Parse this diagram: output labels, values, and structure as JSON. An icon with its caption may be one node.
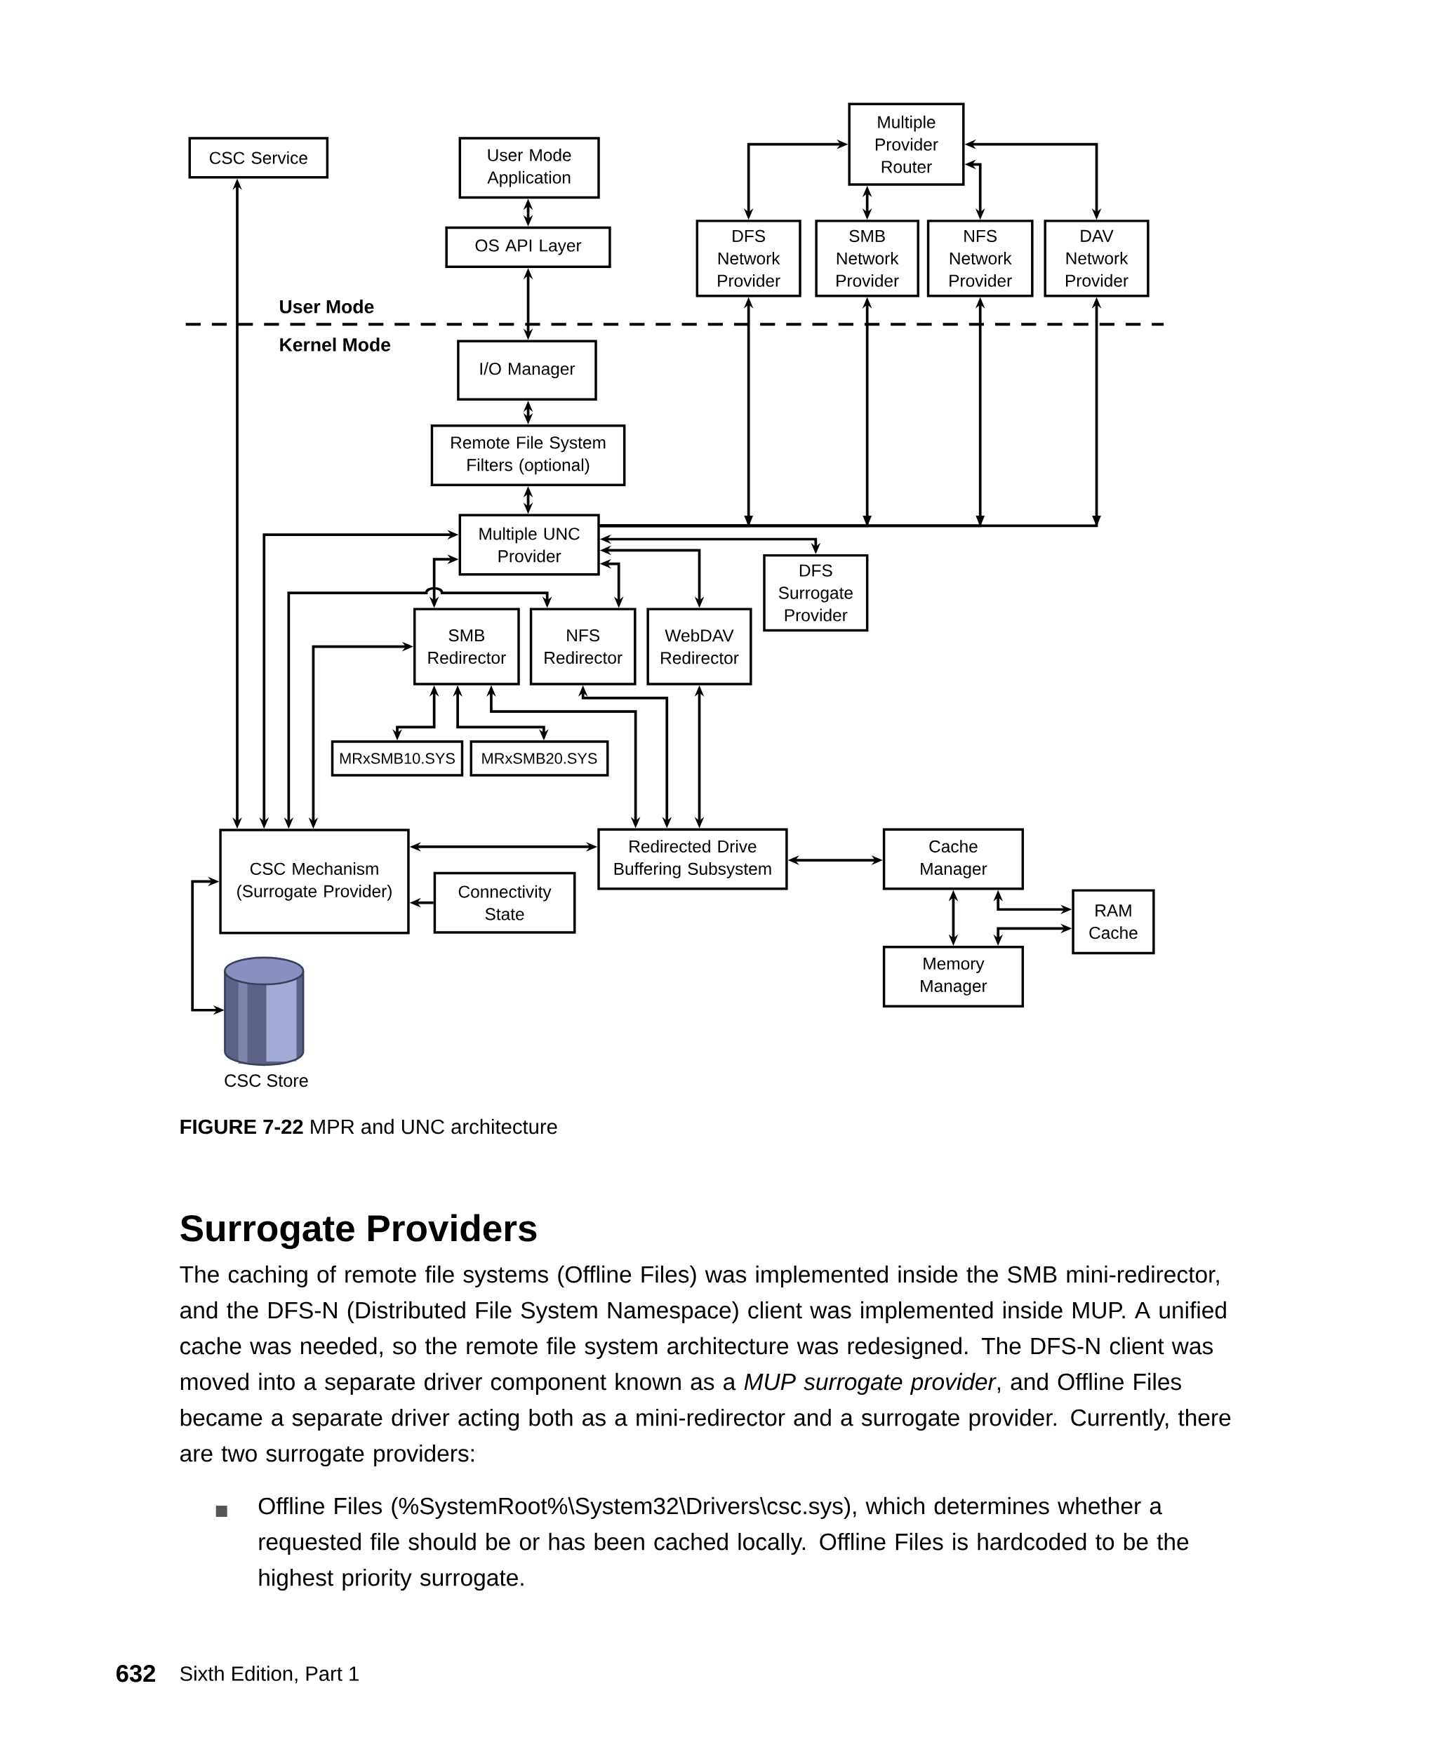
{
  "diagram": {
    "caption": "**FIGURE 7-22** MPR and UNC architecture",
    "nodes": [
      {
        "text": [
          "CSC Service"
        ]
      },
      {
        "text": [
          "User Mode Application"
        ]
      },
      {
        "text": [
          "OS API Layer"
        ]
      },
      {
        "text": [
          "Multiple Provider Router"
        ]
      },
      {
        "text": [
          "DFS Network Provider"
        ]
      },
      {
        "text": [
          "SMB Network Provider"
        ]
      },
      {
        "text": [
          "NFS Network Provider"
        ]
      },
      {
        "text": [
          "DAV Network Provider"
        ]
      },
      {
        "text": [
          "I/O Manager"
        ]
      },
      {
        "text": [
          "Remote File System Filters (optional)"
        ]
      },
      {
        "text": [
          "Multiple UNC Provider"
        ]
      },
      {
        "text": [
          "DFS Surrogate Provider"
        ]
      },
      {
        "text": [
          "SMB Redirector"
        ]
      },
      {
        "text": [
          "NFS Redirector"
        ]
      },
      {
        "text": [
          "WebDAV Redirector"
        ]
      },
      {
        "text": [
          "MRxSMB10.SYS"
        ]
      },
      {
        "text": [
          "MRxSMB20.SYS"
        ]
      },
      {
        "text": [
          "CSC Mechanism (Surrogate Provider)"
        ]
      },
      {
        "text": [
          "Connectivity State"
        ]
      },
      {
        "text": [
          "Redirected Drive Buffering Subsystem"
        ]
      },
      {
        "text": [
          "Cache Manager"
        ]
      },
      {
        "text": [
          "RAM Cache"
        ]
      },
      {
        "text": [
          "Memory Manager"
        ]
      },
      {
        "text": [
          "CSC Store"
        ]
      }
    ],
    "edges": [
      {
        "from": 0,
        "to": 17,
        "arrow": "both"
      },
      {
        "from": 1,
        "to": 2,
        "arrow": "both"
      },
      {
        "from": 2,
        "to": 8,
        "arrow": "both"
      },
      {
        "from": 8,
        "to": 9,
        "arrow": "both"
      },
      {
        "from": 9,
        "to": 10,
        "arrow": "both"
      },
      {
        "from": 3,
        "to": 4,
        "arrow": "both"
      },
      {
        "from": 3,
        "to": 5,
        "arrow": "both"
      },
      {
        "from": 3,
        "to": 6,
        "arrow": "both"
      },
      {
        "from": 3,
        "to": 7,
        "arrow": "both"
      },
      {
        "from": 10,
        "to": 4,
        "arrow": "to"
      },
      {
        "from": 10,
        "to": 5,
        "arrow": "to"
      },
      {
        "from": 10,
        "to": 6,
        "arrow": "to"
      },
      {
        "from": 10,
        "to": 7,
        "arrow": "to"
      },
      {
        "from": 10,
        "to": 11,
        "arrow": "both"
      },
      {
        "from": 10,
        "to": 14,
        "arrow": "both"
      },
      {
        "from": 10,
        "to": 13,
        "arrow": "both"
      },
      {
        "from": 10,
        "to": 12,
        "arrow": "both"
      },
      {
        "from": 17,
        "to": 10,
        "arrow": "both"
      },
      {
        "from": 17,
        "to": 13,
        "arrow": "both"
      },
      {
        "from": 17,
        "to": 12,
        "arrow": "both"
      },
      {
        "from": 12,
        "to": 15,
        "arrow": "both"
      },
      {
        "from": 12,
        "to": 16,
        "arrow": "both"
      },
      {
        "from": 12,
        "to": 19,
        "arrow": "both"
      },
      {
        "from": 13,
        "to": 19,
        "arrow": "both"
      },
      {
        "from": 14,
        "to": 19,
        "arrow": "both"
      },
      {
        "from": 17,
        "to": 19,
        "arrow": "both"
      },
      {
        "from": 18,
        "to": 17,
        "arrow": "to"
      },
      {
        "from": 19,
        "to": 20,
        "arrow": "both"
      },
      {
        "from": 20,
        "to": 22,
        "arrow": "both"
      },
      {
        "from": 20,
        "to": 21,
        "arrow": "both"
      },
      {
        "from": 22,
        "to": 21,
        "arrow": "both"
      },
      {
        "from": 17,
        "to": 23,
        "arrow": "both"
      }
    ],
    "labels": [
      "User Mode",
      "Kernel Mode",
      "Surrogate Providers",
      "The caching of remote file systems (Offline Files) was implemented inside the SMB mini-redirector, and the DFS-N (Distributed File System Namespace) client was implemented inside MUP. A unified cache was needed, so the remote file system architecture was redesigned. The DFS-N client was moved into a separate driver component known as a *MUP surrogate provider*, and Offline Files became a separate driver acting both as a mini-redirector and a surrogate provider. Currently, there are two surrogate providers:",
      "Offline Files (%SystemRoot%\\System32\\Drivers\\csc.sys), which determines whether a requested file should be or has been cached locally. Offline Files is hardcoded to be the highest priority surrogate.",
      "632",
      "Sixth Edition, Part 1"
    ]
  }
}
